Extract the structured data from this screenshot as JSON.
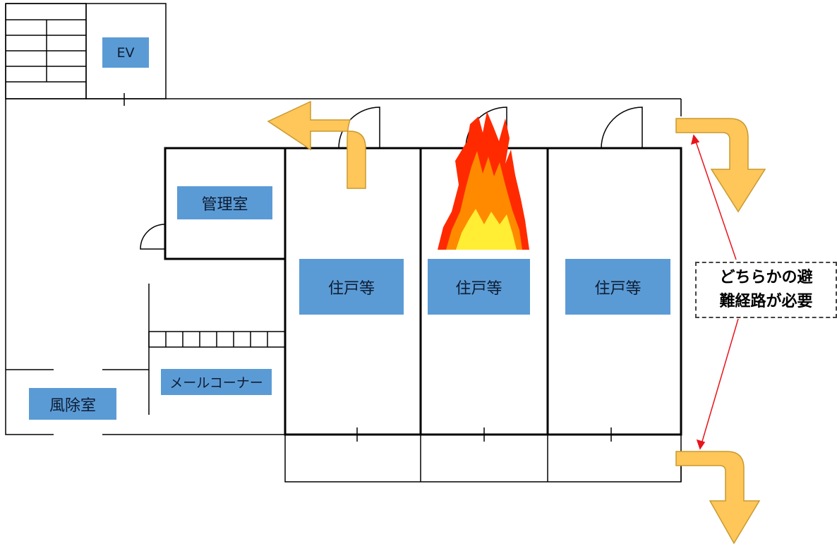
{
  "rooms": {
    "elevator": "EV",
    "management_office": "管理室",
    "units": [
      "住戸等",
      "住戸等",
      "住戸等"
    ],
    "mail_corner": "メールコーナー",
    "windbreak_room": "風除室"
  },
  "note": {
    "line1": "どちらかの避",
    "line2": "難経路が必要"
  },
  "colors": {
    "room_label_fill": "#5b9bd5",
    "arrow_fill": "#ffc65a",
    "arrow_stroke": "#c99a2e",
    "leader_line": "#e8141b",
    "wall": "#000000"
  }
}
